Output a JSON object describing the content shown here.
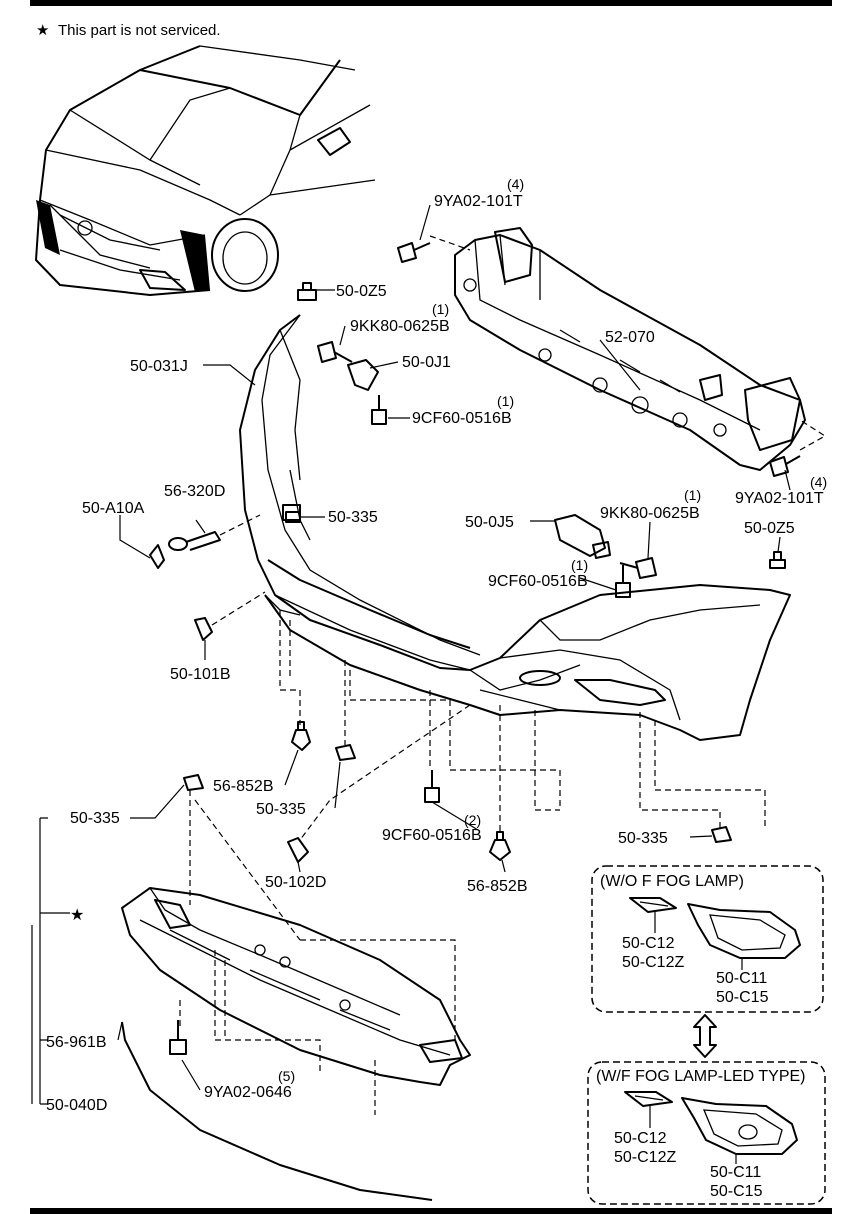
{
  "note": {
    "star": "★",
    "text": "This part is not serviced."
  },
  "labels": {
    "bolt_upper_right": "9YA02-101T",
    "qty_upper_right": "(4)",
    "clip_top": "50-0Z5",
    "bolt_left_top": "9KK80-0625B",
    "qty_left_top": "(1)",
    "bracket_left": "50-0J1",
    "reinforcement": "52-070",
    "screw_left_top": "9CF60-0516B",
    "qty_screw_left_top": "(1)",
    "bumper": "50-031J",
    "bolt_lower_right": "9YA02-101T",
    "qty_lower_right": "(4)",
    "cap_left": "50-A10A",
    "hook": "56-320D",
    "nut_left": "50-335",
    "bracket_right": "50-0J5",
    "bolt_right": "9KK80-0625B",
    "qty_bolt_right": "(1)",
    "clip_right": "50-0Z5",
    "screw_right": "9CF60-0516B",
    "qty_screw_right": "(1)",
    "cover_left": "50-101B",
    "fastener_mid": "56-852B",
    "nut_mid": "50-335",
    "nut_lower_left": "50-335",
    "screw_center": "9CF60-0516B",
    "qty_screw_center": "(2)",
    "nut_lower_right": "50-335",
    "cover_lower": "50-102D",
    "fastener_center": "56-852B",
    "star_mark": "★",
    "molding": "56-961B",
    "bolt_under": "9YA02-0646",
    "qty_bolt_under": "(5)",
    "under_cover": "50-040D"
  },
  "box_wo": {
    "title": "(W/O F FOG LAMP)",
    "part_a1": "50-C12",
    "part_a2": "50-C12Z",
    "part_b1": "50-C11",
    "part_b2": "50-C15"
  },
  "box_wf": {
    "title": "(W/F FOG LAMP-LED TYPE)",
    "part_a1": "50-C12",
    "part_a2": "50-C12Z",
    "part_b1": "50-C11",
    "part_b2": "50-C15"
  }
}
